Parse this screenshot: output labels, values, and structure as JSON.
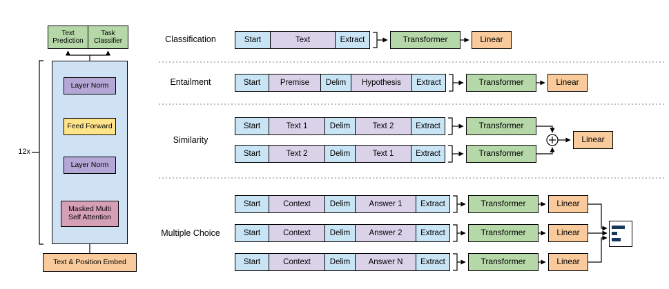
{
  "left_diagram": {
    "multiplier": "12x",
    "head1": "Text Prediction",
    "head2": "Task Classifier",
    "layer_norm_1": "Layer Norm",
    "feed_forward": "Feed Forward",
    "layer_norm_2": "Layer Norm",
    "attention": "Masked Multi Self Attention",
    "embed": "Text & Position Embed"
  },
  "tasks": {
    "classification": {
      "label": "Classification",
      "row": {
        "start": "Start",
        "text": "Text",
        "extract": "Extract"
      },
      "transformer": "Transformer",
      "linear": "Linear"
    },
    "entailment": {
      "label": "Entailment",
      "row": {
        "start": "Start",
        "premise": "Premise",
        "delim": "Delim",
        "hypothesis": "Hypothesis",
        "extract": "Extract"
      },
      "transformer": "Transformer",
      "linear": "Linear"
    },
    "similarity": {
      "label": "Similarity",
      "row1": {
        "start": "Start",
        "first": "Text 1",
        "delim": "Delim",
        "second": "Text 2",
        "extract": "Extract"
      },
      "row2": {
        "start": "Start",
        "first": "Text 2",
        "delim": "Delim",
        "second": "Text 1",
        "extract": "Extract"
      },
      "transformer1": "Transformer",
      "transformer2": "Transformer",
      "linear": "Linear"
    },
    "multiple_choice": {
      "label": "Multiple Choice",
      "rows": [
        {
          "start": "Start",
          "context": "Context",
          "delim": "Delim",
          "answer": "Answer 1",
          "extract": "Extract",
          "transformer": "Transformer",
          "linear": "Linear"
        },
        {
          "start": "Start",
          "context": "Context",
          "delim": "Delim",
          "answer": "Answer 2",
          "extract": "Extract",
          "transformer": "Transformer",
          "linear": "Linear"
        },
        {
          "start": "Start",
          "context": "Context",
          "delim": "Delim",
          "answer": "Answer N",
          "extract": "Extract",
          "transformer": "Transformer",
          "linear": "Linear"
        }
      ]
    }
  },
  "icons": {
    "add_icon": "circle-plus",
    "output_distribution_icon": "horizontal-bars"
  },
  "colors": {
    "token_cell": "#c9e4f5",
    "text_cell": "#d9d2e9",
    "transformer": "#b6d7a8",
    "linear": "#f9cb9c",
    "layer_norm": "#b4a7d6",
    "feed_forward": "#ffe48a",
    "masked_attention": "#d5a0b5",
    "embed": "#f9cb9c",
    "block_background": "#cfe2f3",
    "head_boxes": "#b6d7a8",
    "distribution_bar": "#17375e"
  }
}
